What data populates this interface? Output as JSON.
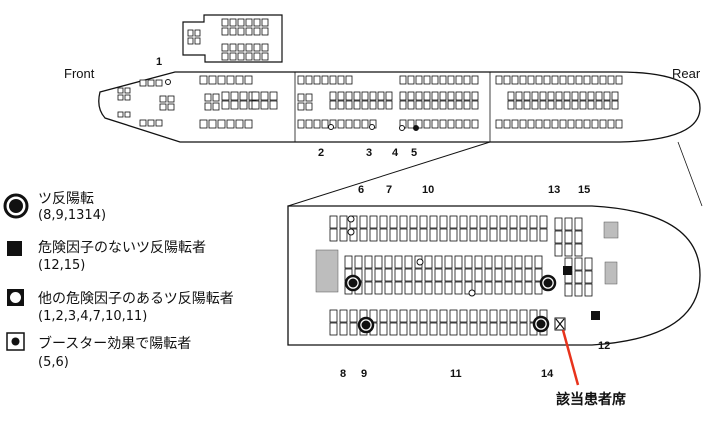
{
  "labels": {
    "front": "Front",
    "rear": "Rear",
    "patient_seat": "該当患者席"
  },
  "legend": [
    {
      "icon": "large-ring-dot-icon",
      "title": "ツ反陽転",
      "sub": "(8,9,1314)"
    },
    {
      "icon": "filled-square-icon",
      "title": "危険因子のないツ反陽転者",
      "sub": "(12,15)"
    },
    {
      "icon": "open-circle-icon",
      "title": "他の危険因子のあるツ反陽転者",
      "sub": "(1,2,3,4,7,10,11)"
    },
    {
      "icon": "booster-dot-icon",
      "title": "ブースター効果で陽転者",
      "sub": "(5,6)"
    }
  ],
  "overview_numbers": [
    "1",
    "2",
    "3",
    "4",
    "5"
  ],
  "detail_numbers_top": [
    "6",
    "7",
    "10",
    "13",
    "15"
  ],
  "detail_numbers_bottom": [
    "8",
    "9",
    "11",
    "14",
    "12"
  ],
  "colors": {
    "ink": "#111111",
    "patient_arrow": "#e8331c",
    "background": "#ffffff"
  }
}
